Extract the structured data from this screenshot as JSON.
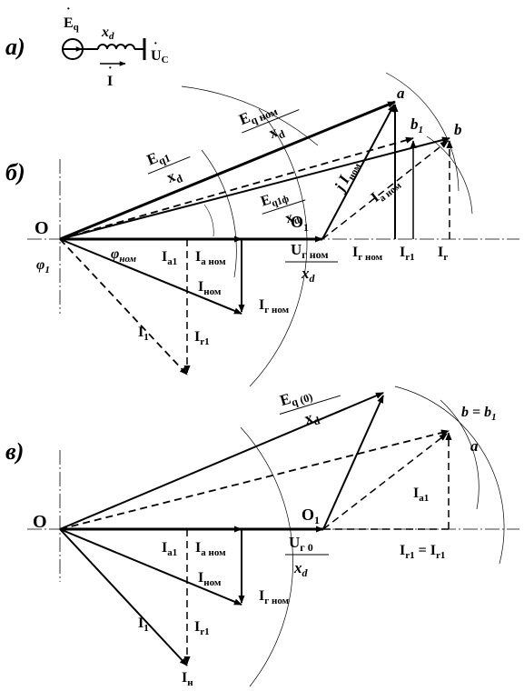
{
  "sections": {
    "a": "а)",
    "b": "б)",
    "v": "в)"
  },
  "circuit": {
    "source": "E",
    "source_sub": "q",
    "reactance": "x",
    "reactance_sub": "d",
    "current": "I",
    "voltage": "U",
    "voltage_sub": "C"
  },
  "b": {
    "origin": "O",
    "origin1": "O",
    "origin1_sub": "1",
    "point_a": "a",
    "point_b": "b",
    "point_b1": "b",
    "point_b1_sub": "1",
    "eq_nom": "E",
    "eq_nom_sub": "q ном",
    "eq_nom_den": "x",
    "eq_nom_den_sub": "d",
    "eq1": "E",
    "eq1_sub": "q1",
    "eq1_den": "x",
    "eq1_den_sub": "d",
    "eq1f": "E",
    "eq1f_sub": "q1ф",
    "eq1f_den": "x",
    "eq1f_den_sub": "d",
    "jinom": "j I",
    "jinom_sub": "ном",
    "ianom_diag": "I",
    "ianom_diag_sub": "а ном",
    "ugnom": "U",
    "ugnom_sub": "г ном",
    "ugnom_den": "x",
    "ugnom_den_sub": "d",
    "ia1": "I",
    "ia1_sub": "a1",
    "ianom": "I",
    "ianom_sub": "а ном",
    "phi_nom": "φ",
    "phi_nom_sub": "ном",
    "phi1": "φ",
    "phi1_sub": "1",
    "inom": "I",
    "inom_sub": "ном",
    "ignom": "I",
    "ignom_sub": "г ном",
    "ir1": "I",
    "ir1_sub": "r1",
    "i1": "I",
    "i1_sub": "1",
    "ig_nom_right": "I",
    "ig_nom_right_sub": "г ном",
    "ir1_right": "I",
    "ir1_right_sub": "r1",
    "ir_right": "I",
    "ir_right_sub": "r"
  },
  "v": {
    "origin": "O",
    "origin1": "O",
    "origin1_sub": "1",
    "b_eq_b1": "b = b",
    "b_eq_b1_sub": "1",
    "point_a": "a",
    "eq0": "E",
    "eq0_sub": "q (0)",
    "eq0_den": "x",
    "eq0_den_sub": "d",
    "ug0": "U",
    "ug0_sub": "г 0",
    "ug0_den": "x",
    "ug0_den_sub": "d",
    "ia1_right": "I",
    "ia1_right_sub": "a1",
    "ir1_eq": "I",
    "ir1_eq_sub": "r1",
    "ir1_eq_mid": " = I",
    "ir1_eq_sub2": "r1",
    "ia1": "I",
    "ia1_sub": "a1",
    "ianom": "I",
    "ianom_sub": "а ном",
    "inom": "I",
    "inom_sub": "ном",
    "ignom": "I",
    "ignom_sub": "г ном",
    "ir1": "I",
    "ir1_sub": "r1",
    "i1": "I",
    "i1_sub": "1",
    "in": "I",
    "in_sub": "н"
  }
}
